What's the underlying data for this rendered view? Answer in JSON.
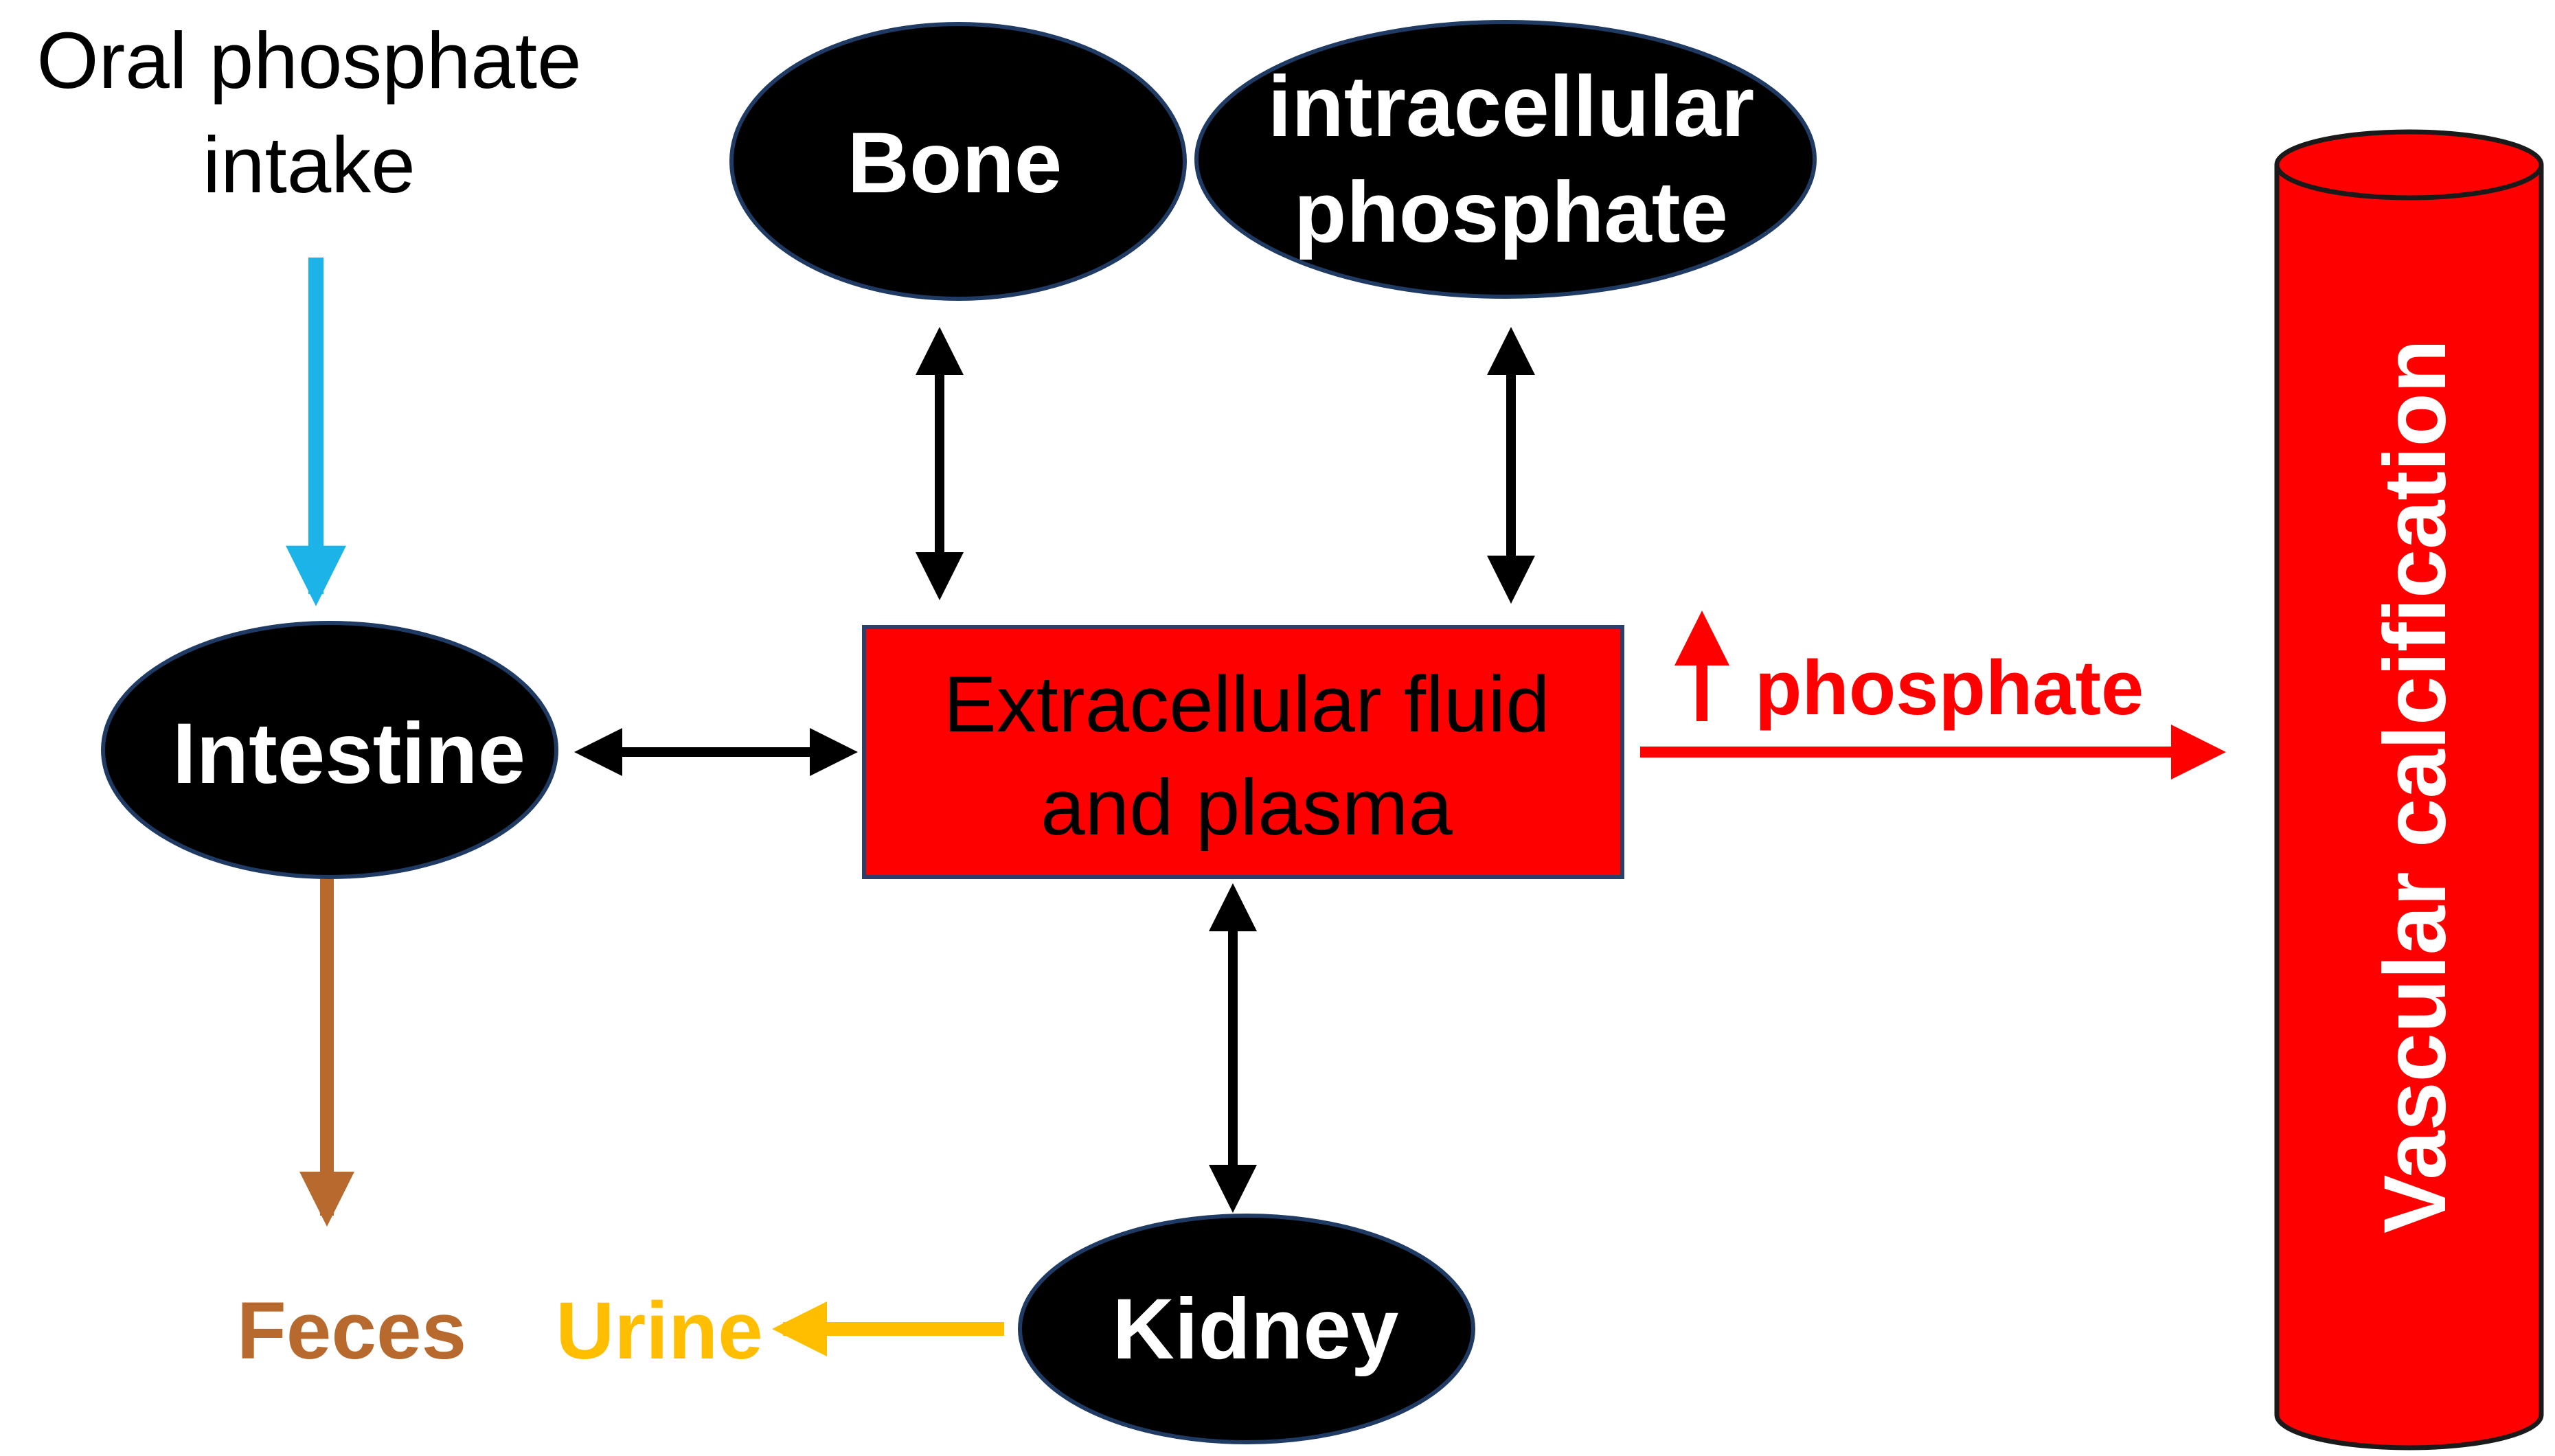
{
  "nodes": {
    "oral_intake": {
      "line1": "Oral phosphate",
      "line2": "intake"
    },
    "bone": {
      "label": "Bone"
    },
    "intracellular": {
      "line1": "intracellular",
      "line2": "phosphate"
    },
    "intestine": {
      "label": "Intestine"
    },
    "extracellular": {
      "line1": "Extracellular fluid",
      "line2": "and plasma"
    },
    "kidney": {
      "label": "Kidney"
    },
    "feces": {
      "label": "Feces"
    },
    "urine": {
      "label": "Urine"
    },
    "vessel": {
      "label": "Vascular calcification"
    }
  },
  "edges": {
    "increase_label": "phosphate",
    "increase_symbol": "up-arrow"
  },
  "colors": {
    "oval_fill": "#000000",
    "oval_stroke": "#1f3a63",
    "box_fill": "#ff0000",
    "box_stroke": "#2b3f6b",
    "intake_arrow": "#1cb4e8",
    "feces": "#b86a2e",
    "urine": "#ffbf00",
    "phosphate": "#ff0000",
    "vessel": "#ff0000",
    "arrow_black": "#000000"
  }
}
